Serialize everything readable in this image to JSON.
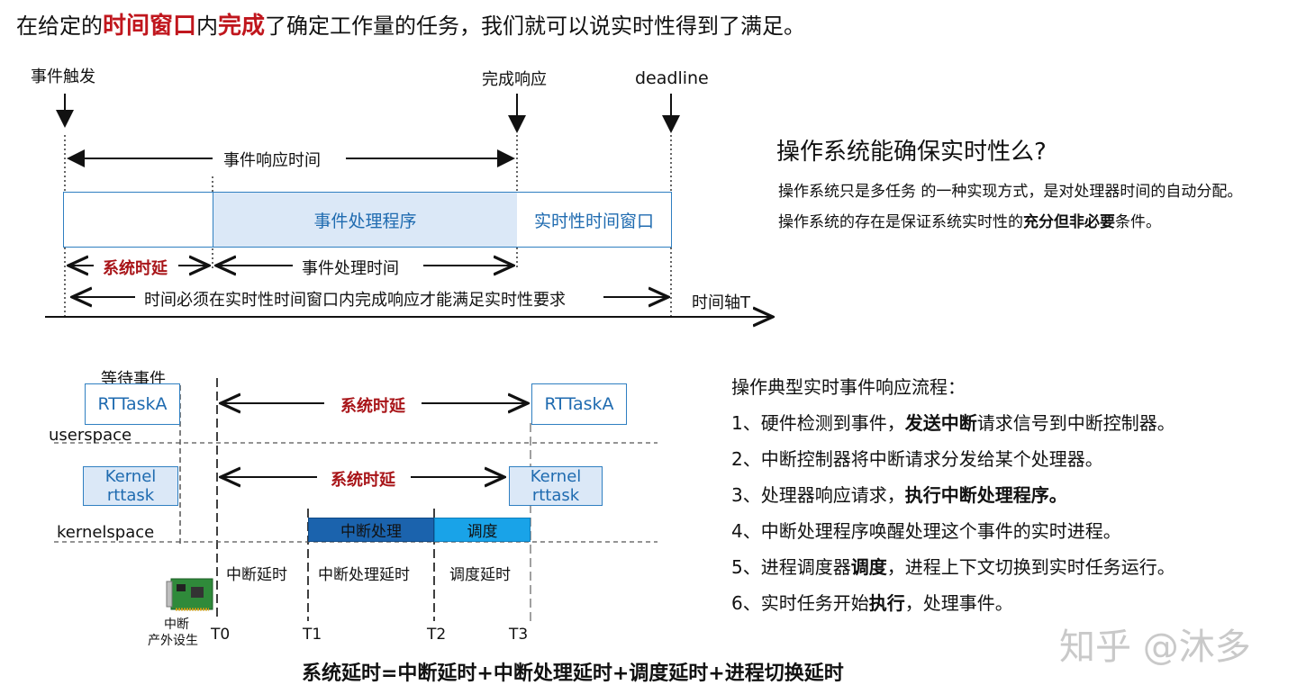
{
  "title": {
    "prefix": "在给定的",
    "emph1": "时间窗口",
    "mid": "内",
    "emph2": "完成",
    "suffix": "了确定工作量的任务，我们就可以说实时性得到了满足。"
  },
  "top_diagram": {
    "event_trigger": "事件触发",
    "response_done": "完成响应",
    "deadline": "deadline",
    "event_response_time": "事件响应时间",
    "event_handler": "事件处理程序",
    "rt_window": "实时性时间窗口",
    "system_delay": "系统时延",
    "event_processing_time": "事件处理时间",
    "must_complete": "时间必须在实时性时间窗口内完成响应才能满足实时性要求",
    "time_axis": "时间轴T"
  },
  "right_panel": {
    "heading": "操作系统能确保实时性么?",
    "line1": "操作系统只是多任务 的一种实现方式，是对处理器时间的自动分配。",
    "line2_prefix": "操作系统的存在是保证系统实时性的",
    "line2_bold": "充分但非必要",
    "line2_suffix": "条件。"
  },
  "bottom_diagram": {
    "wait_event": "等待事件",
    "rttask_left": "RTTaskA",
    "rttask_right": "RTTaskA",
    "userspace": "userspace",
    "kernel_left_1": "Kernel",
    "kernel_left_2": "rttask",
    "kernel_right_1": "Kernel",
    "kernel_right_2": "rttask",
    "kernelspace": "kernelspace",
    "system_delay_user": "系统时延",
    "system_delay_kernel": "系统时延",
    "irq_handle": "中断处理",
    "schedule": "调度",
    "irq_latency": "中断延时",
    "irq_handle_latency": "中断处理延时",
    "sched_latency": "调度延时",
    "device_1": "中断",
    "device_2": "产外设生",
    "t0": "T0",
    "t1": "T1",
    "t2": "T2",
    "t3": "T3",
    "formula": "系统延时=中断延时+中断处理延时+调度延时+进程切换延时"
  },
  "steps": {
    "heading": "操作典型实时事件响应流程：",
    "s1_prefix": "1、硬件检测到事件，",
    "s1_bold": "发送中断",
    "s1_suffix": "请求信号到中断控制器。",
    "s2": "2、中断控制器将中断请求分发给某个处理器。",
    "s3_prefix": "3、处理器响应请求，",
    "s3_bold": "执行中断处理程序。",
    "s4": "4、中断处理程序唤醒处理这个事件的实时进程。",
    "s5_prefix": "5、进程调度器",
    "s5_bold": "调度",
    "s5_suffix": "，进程上下文切换到实时任务运行。",
    "s6_prefix": "6、实时任务开始",
    "s6_bold": "执行",
    "s6_suffix": "，处理事件。"
  },
  "watermark": "知乎 @沐多",
  "colors": {
    "accent_red": "#c0161d",
    "box_blue_border": "#2f7fc1",
    "box_fill": "#dbe8f7",
    "irq_dark": "#1b63ad",
    "sched_light": "#19a3e8"
  }
}
